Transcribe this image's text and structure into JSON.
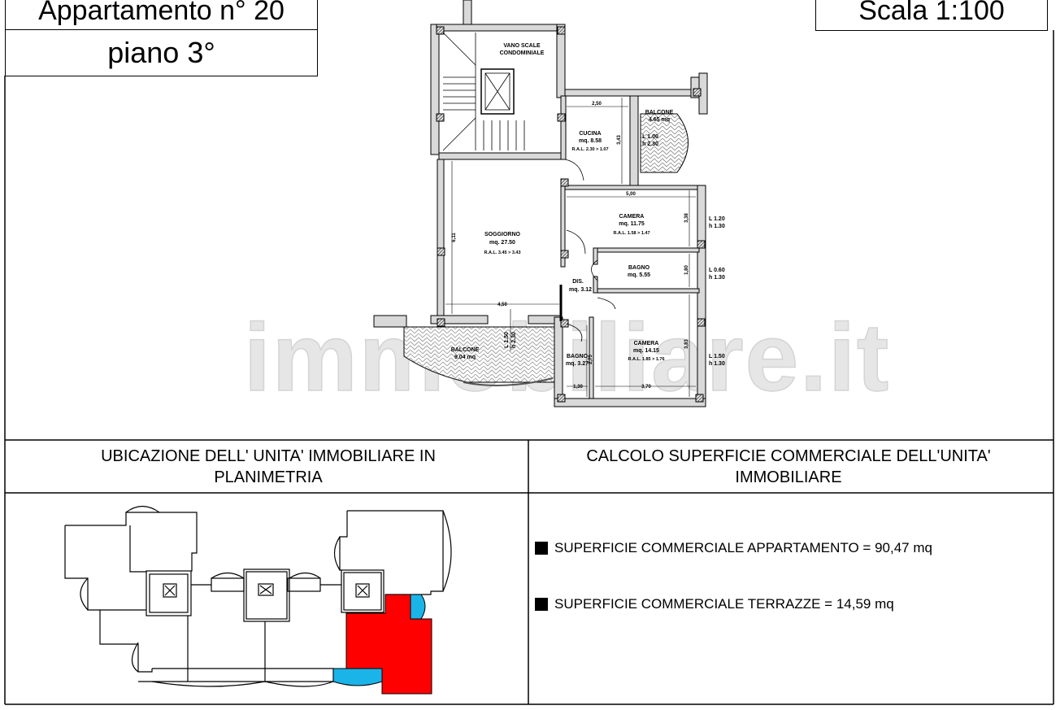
{
  "header": {
    "apartment": "Appartamento n° 20",
    "floor": "piano 3°",
    "scale": "Scala   1:100"
  },
  "plan": {
    "rooms": [
      {
        "name": "VANO SCALE",
        "name2": "CONDOMINIALE"
      },
      {
        "name": "CUCINA",
        "area": "mq. 8.58",
        "ral": "R.A.L. 2.30 > 1.07"
      },
      {
        "name": "BALCONE",
        "area": "4.65 mq",
        "window_l": "L 1.00",
        "window_h": "h 2.30"
      },
      {
        "name": "SOGGIORNO",
        "area": "mq. 27.50",
        "ral": "R.A.L. 3.45 > 3.43"
      },
      {
        "name": "CAMERA",
        "area": "mq. 11.75",
        "ral": "R.A.L. 1.58 > 1.47"
      },
      {
        "name": "BAGNO",
        "area": "mq. 5.55"
      },
      {
        "name": "DIS.",
        "area": "mq. 3.12"
      },
      {
        "name": "CAMERA",
        "area": "mq. 14.15",
        "ral": "R.A.L. 1.85 > 1.76"
      },
      {
        "name": "BAGNO",
        "area": "mq. 3.27"
      },
      {
        "name": "BALCONE",
        "area": "9.04 mq",
        "window_l": "L 1.50",
        "window_h": "h 2.30"
      }
    ],
    "dimensions": [
      "2,50",
      "3,43",
      "5,00",
      "3,38",
      "1,80",
      "3,83",
      "6,11",
      "4,50",
      "2,75",
      "1,30",
      "3,70"
    ],
    "windows": [
      {
        "l": "L 1.20",
        "h": "h 1.30"
      },
      {
        "l": "L 0.60",
        "h": "h 1.30"
      },
      {
        "l": "L 1.50",
        "h": "h 1.30"
      }
    ],
    "watermark": "immobiliare.it"
  },
  "location": {
    "title": "UBICAZIONE DELL' UNITA' IMMOBILIARE IN PLANIMETRIA",
    "highlight_color": "#ff0000",
    "balcony_color": "#1ab4e8"
  },
  "calc": {
    "title": "CALCOLO SUPERFICIE COMMERCIALE DELL'UNITA' IMMOBILIARE",
    "lines": [
      "SUPERFICIE COMMERCIALE APPARTAMENTO = 90,47 mq",
      "SUPERFICIE COMMERCIALE TERRAZZE = 14,59 mq"
    ]
  }
}
